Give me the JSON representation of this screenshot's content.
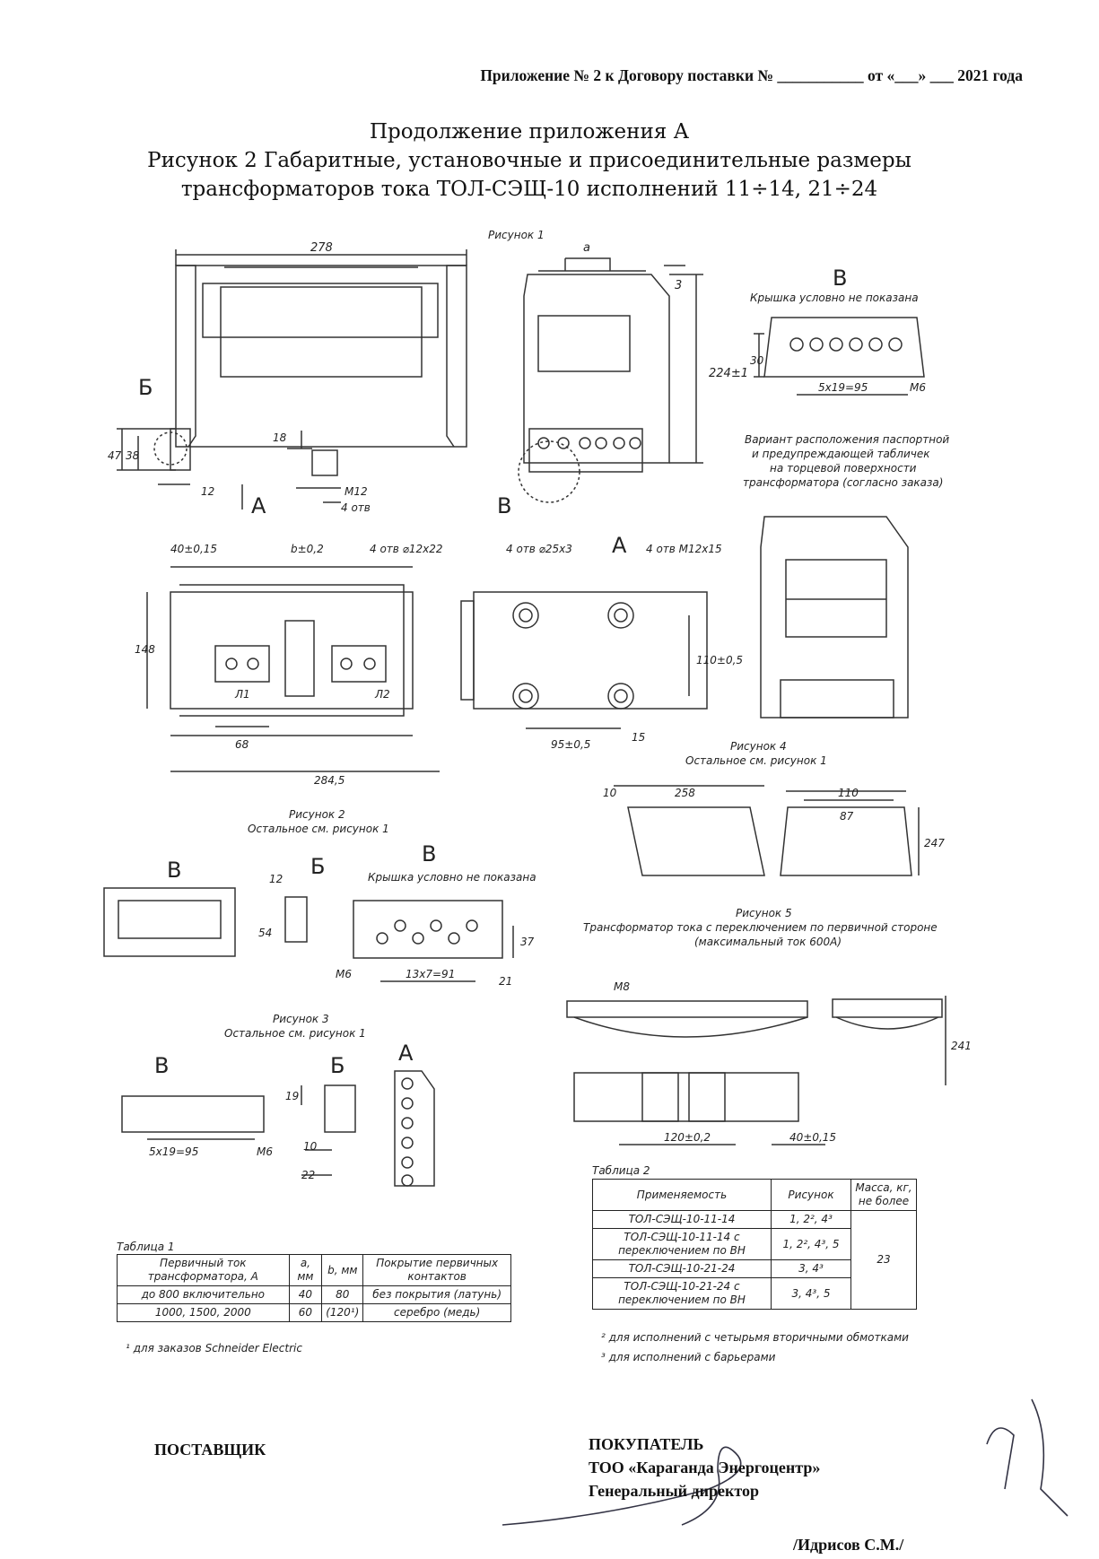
{
  "header": "Приложение № 2 к Договору поставки № ___________ от «___» ___ 2021 года",
  "title1": "Продолжение приложения А",
  "title2": "Рисунок 2 Габаритные, установочные и присоединительные размеры",
  "title3": "трансформаторов тока ТОЛ-СЭЩ-10 исполнений 11÷14, 21÷24",
  "drawing": {
    "fig1": "Рисунок 1",
    "fig2": "Рисунок 2",
    "fig2_sub": "Остальное см. рисунок 1",
    "fig3": "Рисунок 3",
    "fig3_sub": "Остальное см. рисунок 1",
    "fig4": "Рисунок 4",
    "fig4_sub": "Остальное см. рисунок 1",
    "fig5": "Рисунок 5",
    "fig5_sub1": "Трансформатор тока с переключением по первичной стороне",
    "fig5_sub2": "(максимальный ток 600А)",
    "cover_note": "Крышка условно не показана",
    "variant1": "Вариант расположения паспортной",
    "variant2": "и предупреждающей табличек",
    "variant3": "на торцевой поверхности",
    "variant4": "трансформатора (согласно заказа)",
    "view_A": "А",
    "view_B": "Б",
    "view_V": "В",
    "d_278": "278",
    "d_a": "a",
    "d_3": "3",
    "d_224": "224±1",
    "d_30": "30",
    "d_5x19": "5x19=95",
    "d_M6": "М6",
    "d_47": "47",
    "d_38": "38",
    "d_12": "12",
    "d_18": "18",
    "d_M12": "М12",
    "d_4otv": "4 отв",
    "d_40": "40±0,15",
    "d_b": "b±0,2",
    "d_holes12": "4 отв ⌀12x22",
    "d_holes25": "4 отв ⌀25x3",
    "d_holesM12": "4 отв М12x15",
    "d_148": "148",
    "d_68": "68",
    "d_2845": "284,5",
    "d_110": "110±0,5",
    "d_95": "95±0,5",
    "d_15": "15",
    "d_10": "10",
    "d_258": "258",
    "d_110b": "110",
    "d_87": "87",
    "d_247": "247",
    "d_54": "54",
    "d_13x7": "13x7=91",
    "d_37": "37",
    "d_21": "21",
    "d_M8": "М8",
    "d_241": "241",
    "d_120": "120±0,2",
    "d_4015": "40±0,15",
    "d_19": "19",
    "d_10b": "10",
    "d_22": "22",
    "L1": "Л1",
    "L2": "Л2"
  },
  "table1": {
    "caption": "Таблица 1",
    "headers": [
      "Первичный ток трансформатора, А",
      "a, мм",
      "b, мм",
      "Покрытие первичных контактов"
    ],
    "rows": [
      [
        "до 800 включительно",
        "40",
        "80",
        "без покрытия (латунь)"
      ],
      [
        "1000, 1500, 2000",
        "60",
        "(120¹)",
        "серебро (медь)"
      ]
    ],
    "footnote": "¹ для заказов Schneider Electric"
  },
  "table2": {
    "caption": "Таблица 2",
    "headers": [
      "Применяемость",
      "Рисунок",
      "Масса, кг, не более"
    ],
    "rows": [
      [
        "ТОЛ-СЭЩ-10-11-14",
        "1, 2², 4³"
      ],
      [
        "ТОЛ-СЭЩ-10-11-14 с переключением по ВН",
        "1, 2², 4³, 5"
      ],
      [
        "ТОЛ-СЭЩ-10-21-24",
        "3, 4³"
      ],
      [
        "ТОЛ-СЭЩ-10-21-24 с переключением по ВН",
        "3, 4³, 5"
      ]
    ],
    "mass": "23",
    "note1": "² для исполнений с четырьмя вторичными обмотками",
    "note2": "³ для исполнений с барьерами"
  },
  "footer": {
    "supplier": "ПОСТАВЩИК",
    "buyer": "ПОКУПАТЕЛЬ",
    "company": "ТОО «Караганда Энергоцентр»",
    "position": "Генеральный директор",
    "signer": "/Идрисов С.М./"
  }
}
